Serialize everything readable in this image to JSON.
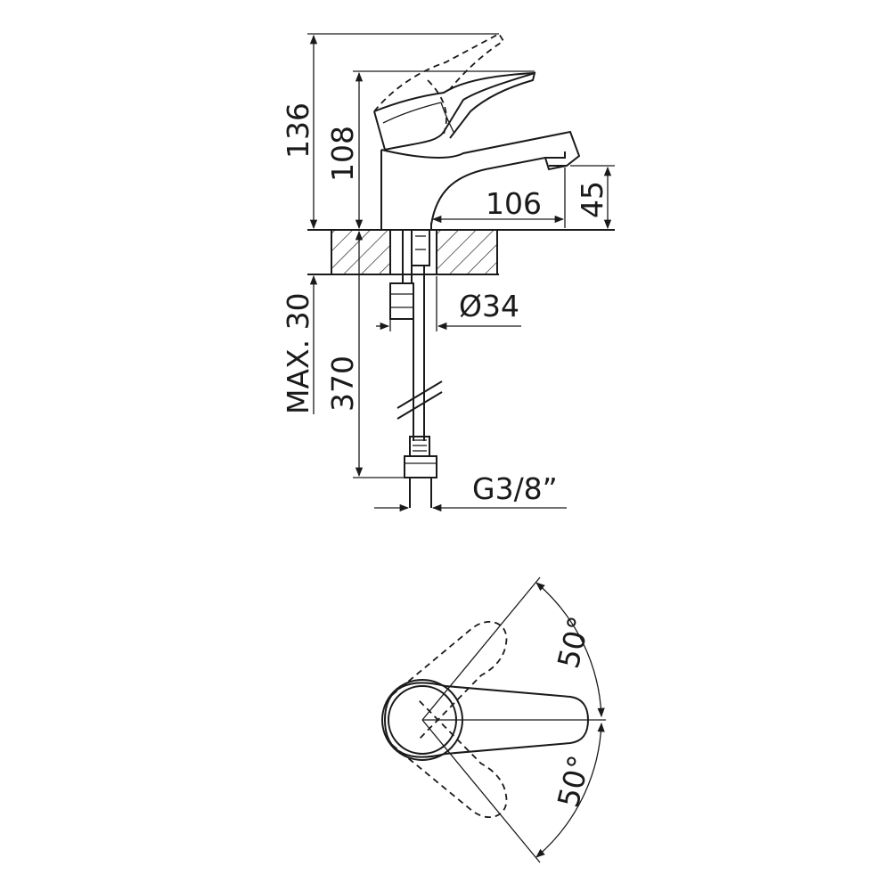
{
  "dimensions": {
    "total_height": "136",
    "spout_height": "108",
    "spout_reach": "106",
    "outlet_height": "45",
    "deck_max": "MAX. 30",
    "hose_length": "370",
    "hole_diameter": "Ø34",
    "connection": "G3/8”",
    "angle_upper": "50°",
    "angle_lower": "50°"
  }
}
